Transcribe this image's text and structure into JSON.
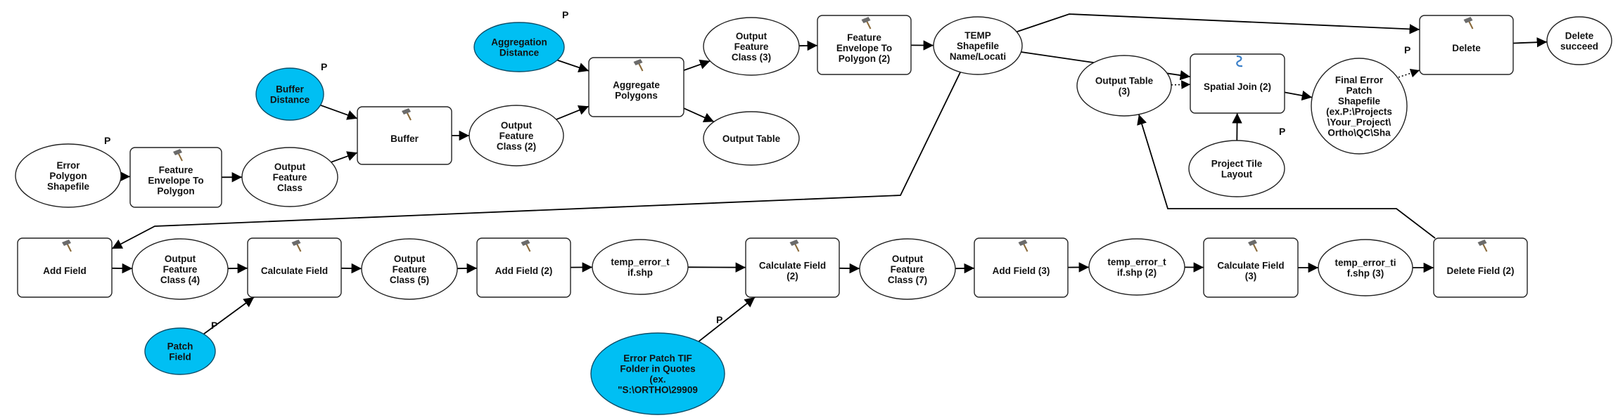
{
  "diagram": {
    "type": "model-builder-flowchart",
    "colors": {
      "input_fill": "#00bff3",
      "node_fill": "#ffffff",
      "stroke": "#222222"
    },
    "nodes": [
      {
        "id": "error_polygon",
        "shape": "ellipse",
        "kind": "data",
        "lines": [
          "Error",
          "Polygon",
          "Shapefile"
        ],
        "param": "P"
      },
      {
        "id": "fe_to_poly",
        "shape": "box",
        "kind": "tool",
        "icon": "hammer-icon",
        "lines": [
          "Feature",
          "Envelope To",
          "Polygon"
        ]
      },
      {
        "id": "output_fc",
        "shape": "ellipse",
        "kind": "data",
        "lines": [
          "Output",
          "Feature",
          "Class"
        ]
      },
      {
        "id": "buffer_distance",
        "shape": "ellipse",
        "kind": "input",
        "lines": [
          "Buffer",
          "Distance"
        ],
        "param": "P"
      },
      {
        "id": "buffer",
        "shape": "box",
        "kind": "tool",
        "icon": "hammer-icon",
        "lines": [
          "Buffer"
        ]
      },
      {
        "id": "output_fc2",
        "shape": "ellipse",
        "kind": "data",
        "lines": [
          "Output",
          "Feature",
          "Class (2)"
        ]
      },
      {
        "id": "aggregation_distance",
        "shape": "ellipse",
        "kind": "input",
        "lines": [
          "Aggregation",
          "Distance"
        ],
        "param": "P"
      },
      {
        "id": "aggregate_polygons",
        "shape": "box",
        "kind": "tool",
        "icon": "hammer-icon",
        "lines": [
          "Aggregate",
          "Polygons"
        ]
      },
      {
        "id": "output_fc3",
        "shape": "ellipse",
        "kind": "data",
        "lines": [
          "Output",
          "Feature",
          "Class (3)"
        ]
      },
      {
        "id": "output_table",
        "shape": "ellipse",
        "kind": "data",
        "lines": [
          "Output Table"
        ]
      },
      {
        "id": "fe_to_poly2",
        "shape": "box",
        "kind": "tool",
        "icon": "hammer-icon",
        "lines": [
          "Feature",
          "Envelope To",
          "Polygon (2)"
        ]
      },
      {
        "id": "temp_shapefile",
        "shape": "ellipse",
        "kind": "data",
        "lines": [
          "TEMP",
          "Shapefile",
          "Name/Locati"
        ]
      },
      {
        "id": "output_table3",
        "shape": "ellipse",
        "kind": "data",
        "lines": [
          "Output Table",
          "(3)"
        ]
      },
      {
        "id": "spatial_join2",
        "shape": "box",
        "kind": "tool",
        "icon": "script-icon",
        "lines": [
          "Spatial Join (2)"
        ]
      },
      {
        "id": "final_error_patch",
        "shape": "ellipse",
        "kind": "data",
        "lines": [
          "Final Error",
          "Patch",
          "Shapefile",
          "(ex.P:\\Projects",
          "\\Your_Project\\",
          "Ortho\\QC\\Sha"
        ],
        "param": "P"
      },
      {
        "id": "project_tile_layout",
        "shape": "ellipse",
        "kind": "data",
        "lines": [
          "Project Tile",
          "Layout"
        ],
        "param": "P"
      },
      {
        "id": "delete",
        "shape": "box",
        "kind": "tool",
        "icon": "hammer-icon",
        "lines": [
          "Delete"
        ]
      },
      {
        "id": "delete_succeed",
        "shape": "ellipse",
        "kind": "data",
        "lines": [
          "Delete",
          "succeed"
        ]
      },
      {
        "id": "add_field",
        "shape": "box",
        "kind": "tool",
        "icon": "hammer-icon",
        "lines": [
          "Add Field"
        ]
      },
      {
        "id": "output_fc4",
        "shape": "ellipse",
        "kind": "data",
        "lines": [
          "Output",
          "Feature",
          "Class (4)"
        ]
      },
      {
        "id": "calculate_field",
        "shape": "box",
        "kind": "tool",
        "icon": "hammer-icon",
        "lines": [
          "Calculate Field"
        ]
      },
      {
        "id": "output_fc5",
        "shape": "ellipse",
        "kind": "data",
        "lines": [
          "Output",
          "Feature",
          "Class (5)"
        ]
      },
      {
        "id": "add_field2",
        "shape": "box",
        "kind": "tool",
        "icon": "hammer-icon",
        "lines": [
          "Add Field (2)"
        ]
      },
      {
        "id": "temp_error_tif",
        "shape": "ellipse",
        "kind": "data",
        "lines": [
          "temp_error_t",
          "if.shp"
        ]
      },
      {
        "id": "calculate_field2",
        "shape": "box",
        "kind": "tool",
        "icon": "hammer-icon",
        "lines": [
          "Calculate Field",
          "(2)"
        ]
      },
      {
        "id": "output_fc7",
        "shape": "ellipse",
        "kind": "data",
        "lines": [
          "Output",
          "Feature",
          "Class (7)"
        ]
      },
      {
        "id": "add_field3",
        "shape": "box",
        "kind": "tool",
        "icon": "hammer-icon",
        "lines": [
          "Add Field (3)"
        ]
      },
      {
        "id": "temp_error_tif2",
        "shape": "ellipse",
        "kind": "data",
        "lines": [
          "temp_error_t",
          "if.shp (2)"
        ]
      },
      {
        "id": "calculate_field3",
        "shape": "box",
        "kind": "tool",
        "icon": "hammer-icon",
        "lines": [
          "Calculate Field",
          "(3)"
        ]
      },
      {
        "id": "temp_error_tif3",
        "shape": "ellipse",
        "kind": "data",
        "lines": [
          "temp_error_ti",
          "f.shp (3)"
        ]
      },
      {
        "id": "delete_field2",
        "shape": "box",
        "kind": "tool",
        "icon": "hammer-icon",
        "lines": [
          "Delete Field (2)"
        ]
      },
      {
        "id": "patch_field",
        "shape": "ellipse",
        "kind": "input",
        "lines": [
          "Patch",
          "Field"
        ],
        "param": "P"
      },
      {
        "id": "error_patch_tif_folder",
        "shape": "ellipse",
        "kind": "input",
        "lines": [
          "Error Patch TIF",
          "Folder in Quotes",
          "(ex.",
          "\"S:\\ORTHO\\29909"
        ],
        "param": "P"
      }
    ],
    "edges": [
      [
        "error_polygon",
        "fe_to_poly"
      ],
      [
        "fe_to_poly",
        "output_fc"
      ],
      [
        "output_fc",
        "buffer"
      ],
      [
        "buffer_distance",
        "buffer"
      ],
      [
        "buffer",
        "output_fc2"
      ],
      [
        "output_fc2",
        "aggregate_polygons"
      ],
      [
        "aggregation_distance",
        "aggregate_polygons"
      ],
      [
        "aggregate_polygons",
        "output_fc3"
      ],
      [
        "aggregate_polygons",
        "output_table"
      ],
      [
        "output_fc3",
        "fe_to_poly2"
      ],
      [
        "fe_to_poly2",
        "temp_shapefile"
      ],
      [
        "temp_shapefile",
        "spatial_join2"
      ],
      [
        "temp_shapefile",
        "delete"
      ],
      [
        "temp_shapefile",
        "add_field"
      ],
      [
        "output_table3",
        "spatial_join2",
        "dotted"
      ],
      [
        "project_tile_layout",
        "spatial_join2"
      ],
      [
        "spatial_join2",
        "final_error_patch"
      ],
      [
        "final_error_patch",
        "delete",
        "dotted"
      ],
      [
        "delete",
        "delete_succeed"
      ],
      [
        "add_field",
        "output_fc4"
      ],
      [
        "output_fc4",
        "calculate_field"
      ],
      [
        "patch_field",
        "calculate_field"
      ],
      [
        "calculate_field",
        "output_fc5"
      ],
      [
        "output_fc5",
        "add_field2"
      ],
      [
        "add_field2",
        "temp_error_tif"
      ],
      [
        "temp_error_tif",
        "calculate_field2"
      ],
      [
        "error_patch_tif_folder",
        "calculate_field2"
      ],
      [
        "calculate_field2",
        "output_fc7"
      ],
      [
        "output_fc7",
        "add_field3"
      ],
      [
        "add_field3",
        "temp_error_tif2"
      ],
      [
        "temp_error_tif2",
        "calculate_field3"
      ],
      [
        "calculate_field3",
        "temp_error_tif3"
      ],
      [
        "temp_error_tif3",
        "delete_field2"
      ],
      [
        "delete_field2",
        "output_table3"
      ]
    ]
  }
}
